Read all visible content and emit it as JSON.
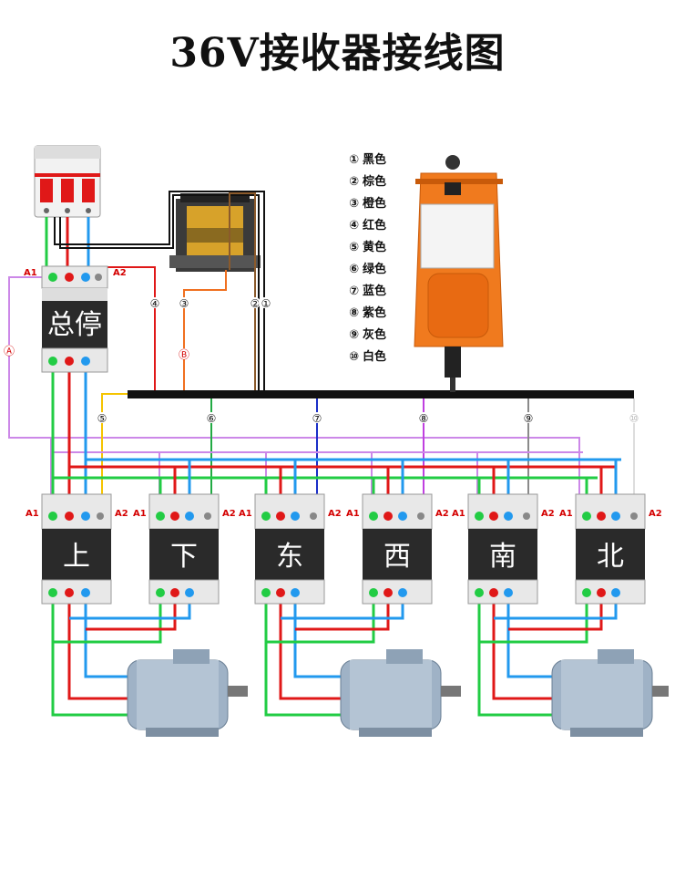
{
  "title": "36V接收器接线图",
  "legend": [
    {
      "mark": "①",
      "text": "黑色",
      "color": "#111111"
    },
    {
      "mark": "②",
      "text": "棕色",
      "color": "#8b5a2b"
    },
    {
      "mark": "③",
      "text": "橙色",
      "color": "#f08a24"
    },
    {
      "mark": "④",
      "text": "红色",
      "color": "#e01818"
    },
    {
      "mark": "⑤",
      "text": "黄色",
      "color": "#f5c400"
    },
    {
      "mark": "⑥",
      "text": "绿色",
      "color": "#22aa44"
    },
    {
      "mark": "⑦",
      "text": "蓝色",
      "color": "#1a2fc8"
    },
    {
      "mark": "⑧",
      "text": "紫色",
      "color": "#c040e0"
    },
    {
      "mark": "⑨",
      "text": "灰色",
      "color": "#8a8a8a"
    },
    {
      "mark": "⑩",
      "text": "白色",
      "color": "#cccccc"
    }
  ],
  "master_contactor": {
    "label": "总停",
    "a1": "A1",
    "a2": "A2"
  },
  "contactors": [
    {
      "label": "上",
      "a1": "A1",
      "a2": "A2"
    },
    {
      "label": "下",
      "a1": "A1",
      "a2": "A2"
    },
    {
      "label": "东",
      "a1": "A1",
      "a2": "A2"
    },
    {
      "label": "西",
      "a1": "A1",
      "a2": "A2"
    },
    {
      "label": "南",
      "a1": "A1",
      "a2": "A2"
    },
    {
      "label": "北",
      "a1": "A1",
      "a2": "A2"
    }
  ],
  "wire_marks": {
    "m4": "④",
    "m3": "③",
    "m2": "②",
    "m1": "①",
    "mA": "Ⓐ",
    "mB": "Ⓑ",
    "m5": "⑤",
    "m6": "⑥",
    "m7": "⑦",
    "m8": "⑧",
    "m9": "⑨",
    "m10": "⑩"
  },
  "colors": {
    "red": "#e01818",
    "green": "#22cc44",
    "blue": "#2299ee",
    "purple": "#cc88e8",
    "black": "#111111",
    "orange": "#f07020",
    "remote_body": "#f07a1e",
    "contactor_body": "#2a2a2a"
  }
}
